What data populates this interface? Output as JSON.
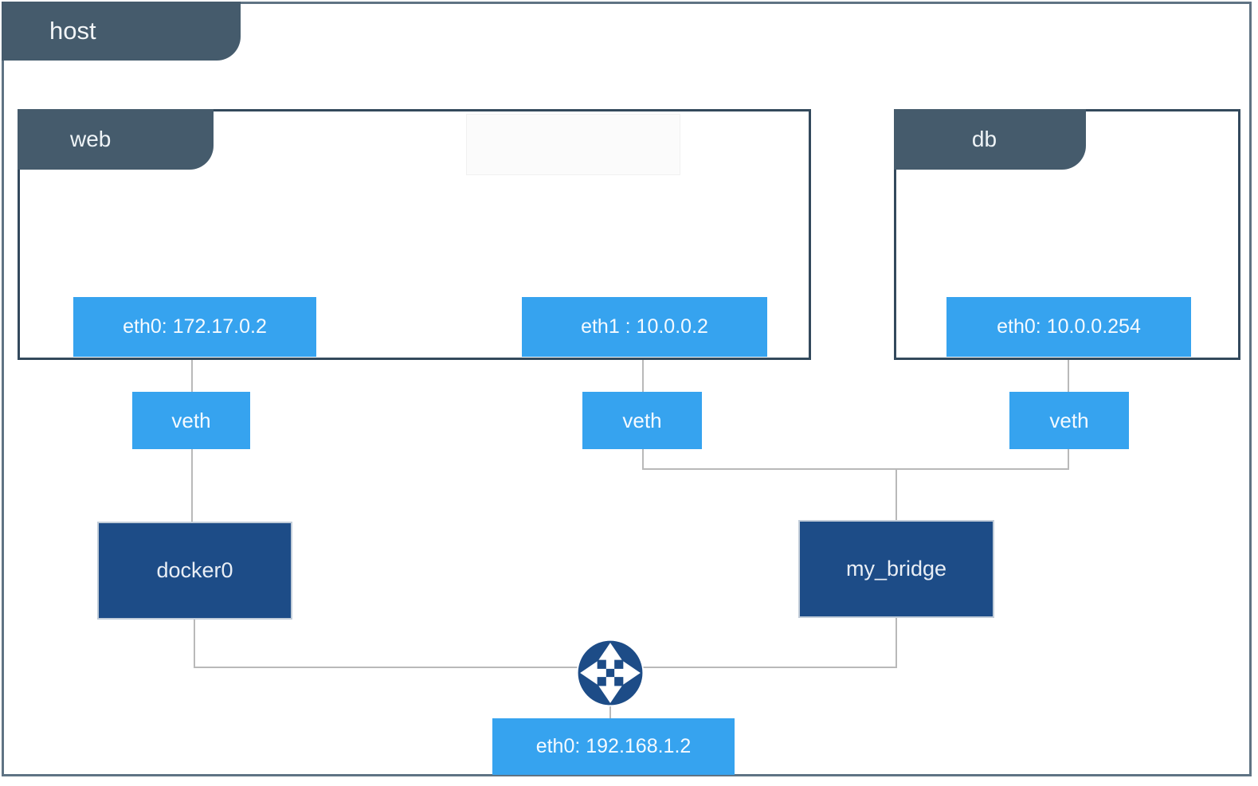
{
  "containers": {
    "host": {
      "label": "host"
    },
    "web": {
      "label": "web"
    },
    "db": {
      "label": "db"
    }
  },
  "interfaces": {
    "web_eth0": {
      "label": "eth0: 172.17.0.2"
    },
    "web_eth1": {
      "label": "eth1 : 10.0.0.2"
    },
    "db_eth0": {
      "label": "eth0: 10.0.0.254"
    },
    "host_eth0": {
      "label": "eth0: 192.168.1.2"
    }
  },
  "veth": {
    "left": {
      "label": "veth"
    },
    "middle": {
      "label": "veth"
    },
    "right": {
      "label": "veth"
    }
  },
  "bridges": {
    "docker0": {
      "label": "docker0"
    },
    "my_bridge": {
      "label": "my_bridge"
    }
  },
  "icons": {
    "router": "router-icon"
  },
  "colors": {
    "tab_slate": "#455b6c",
    "container_border": "#33495c",
    "host_border": "#5f7384",
    "interface_blue": "#36a3ef",
    "bridge_navy": "#1d4c87",
    "connector_gray": "#b9b9b9",
    "text_light": "#f2f5f7"
  }
}
